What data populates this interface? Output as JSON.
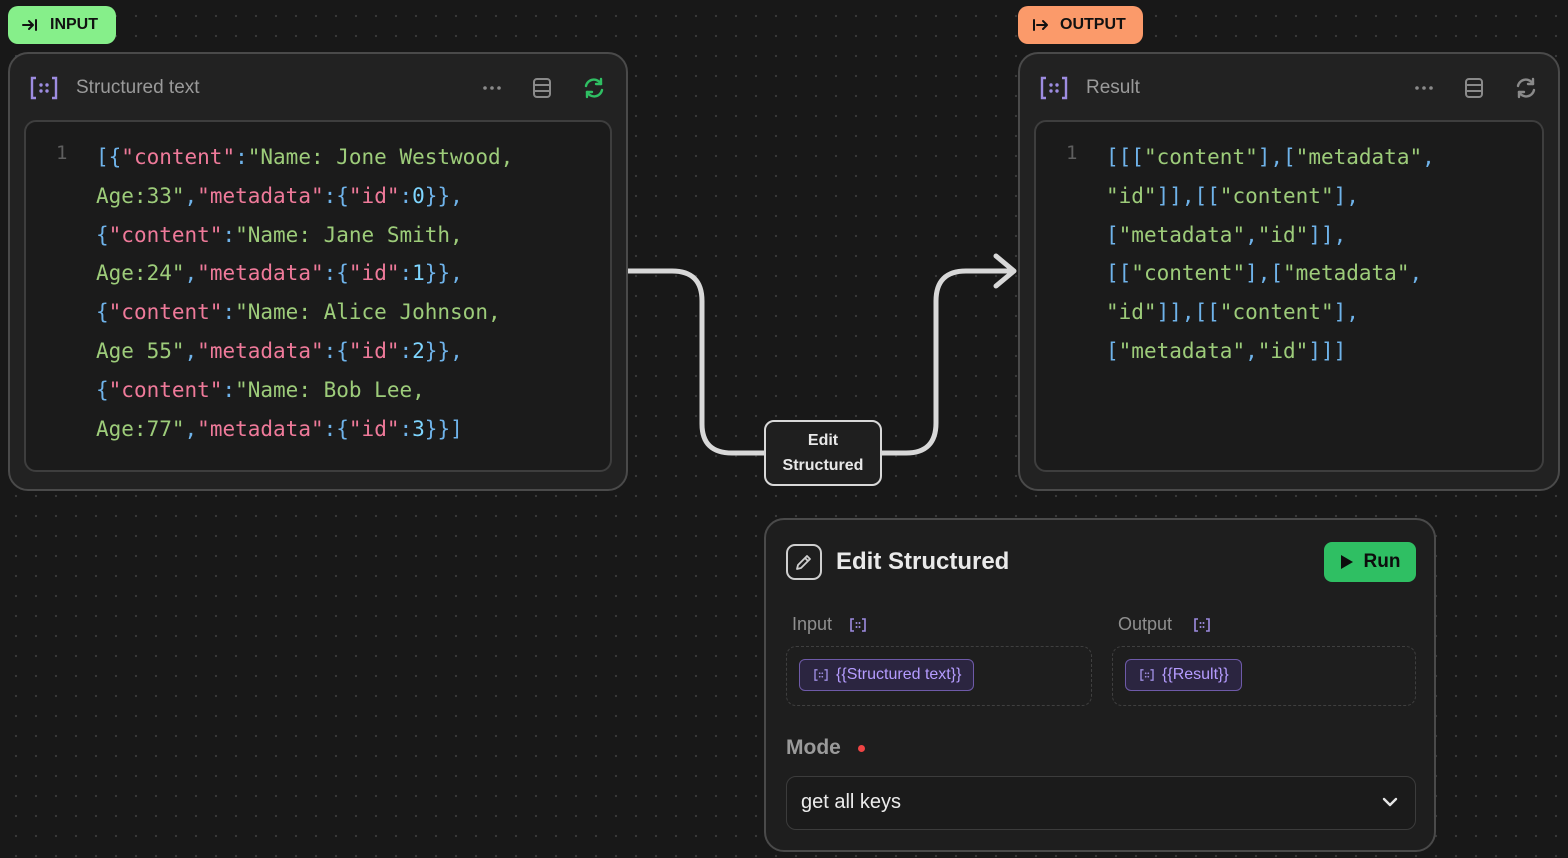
{
  "tags": {
    "input": "INPUT",
    "output": "OUTPUT"
  },
  "input_node": {
    "title": "Structured text",
    "line_number": "1",
    "more_icon": "ellipsis-icon",
    "db_icon": "database-icon",
    "refresh_icon": "refresh-icon",
    "refresh_color": "#2fbf63"
  },
  "output_node": {
    "title": "Result",
    "line_number": "1",
    "more_icon": "ellipsis-icon",
    "db_icon": "database-icon",
    "refresh_icon": "refresh-icon"
  },
  "connector": {
    "label_line1": "Edit",
    "label_line2": "Structured"
  },
  "panel": {
    "title": "Edit Structured",
    "run_label": "Run",
    "input_label": "Input",
    "output_label": "Output",
    "input_chip": "{{Structured text}}",
    "output_chip": "{{Result}}",
    "mode_label": "Mode",
    "mode_value": "get all keys"
  },
  "colors": {
    "input_tag": "#86ef8a",
    "output_tag": "#fb9a6a",
    "run_button": "#2fbf63",
    "chip_accent": "#b59cff",
    "required_dot": "#ef4444"
  }
}
